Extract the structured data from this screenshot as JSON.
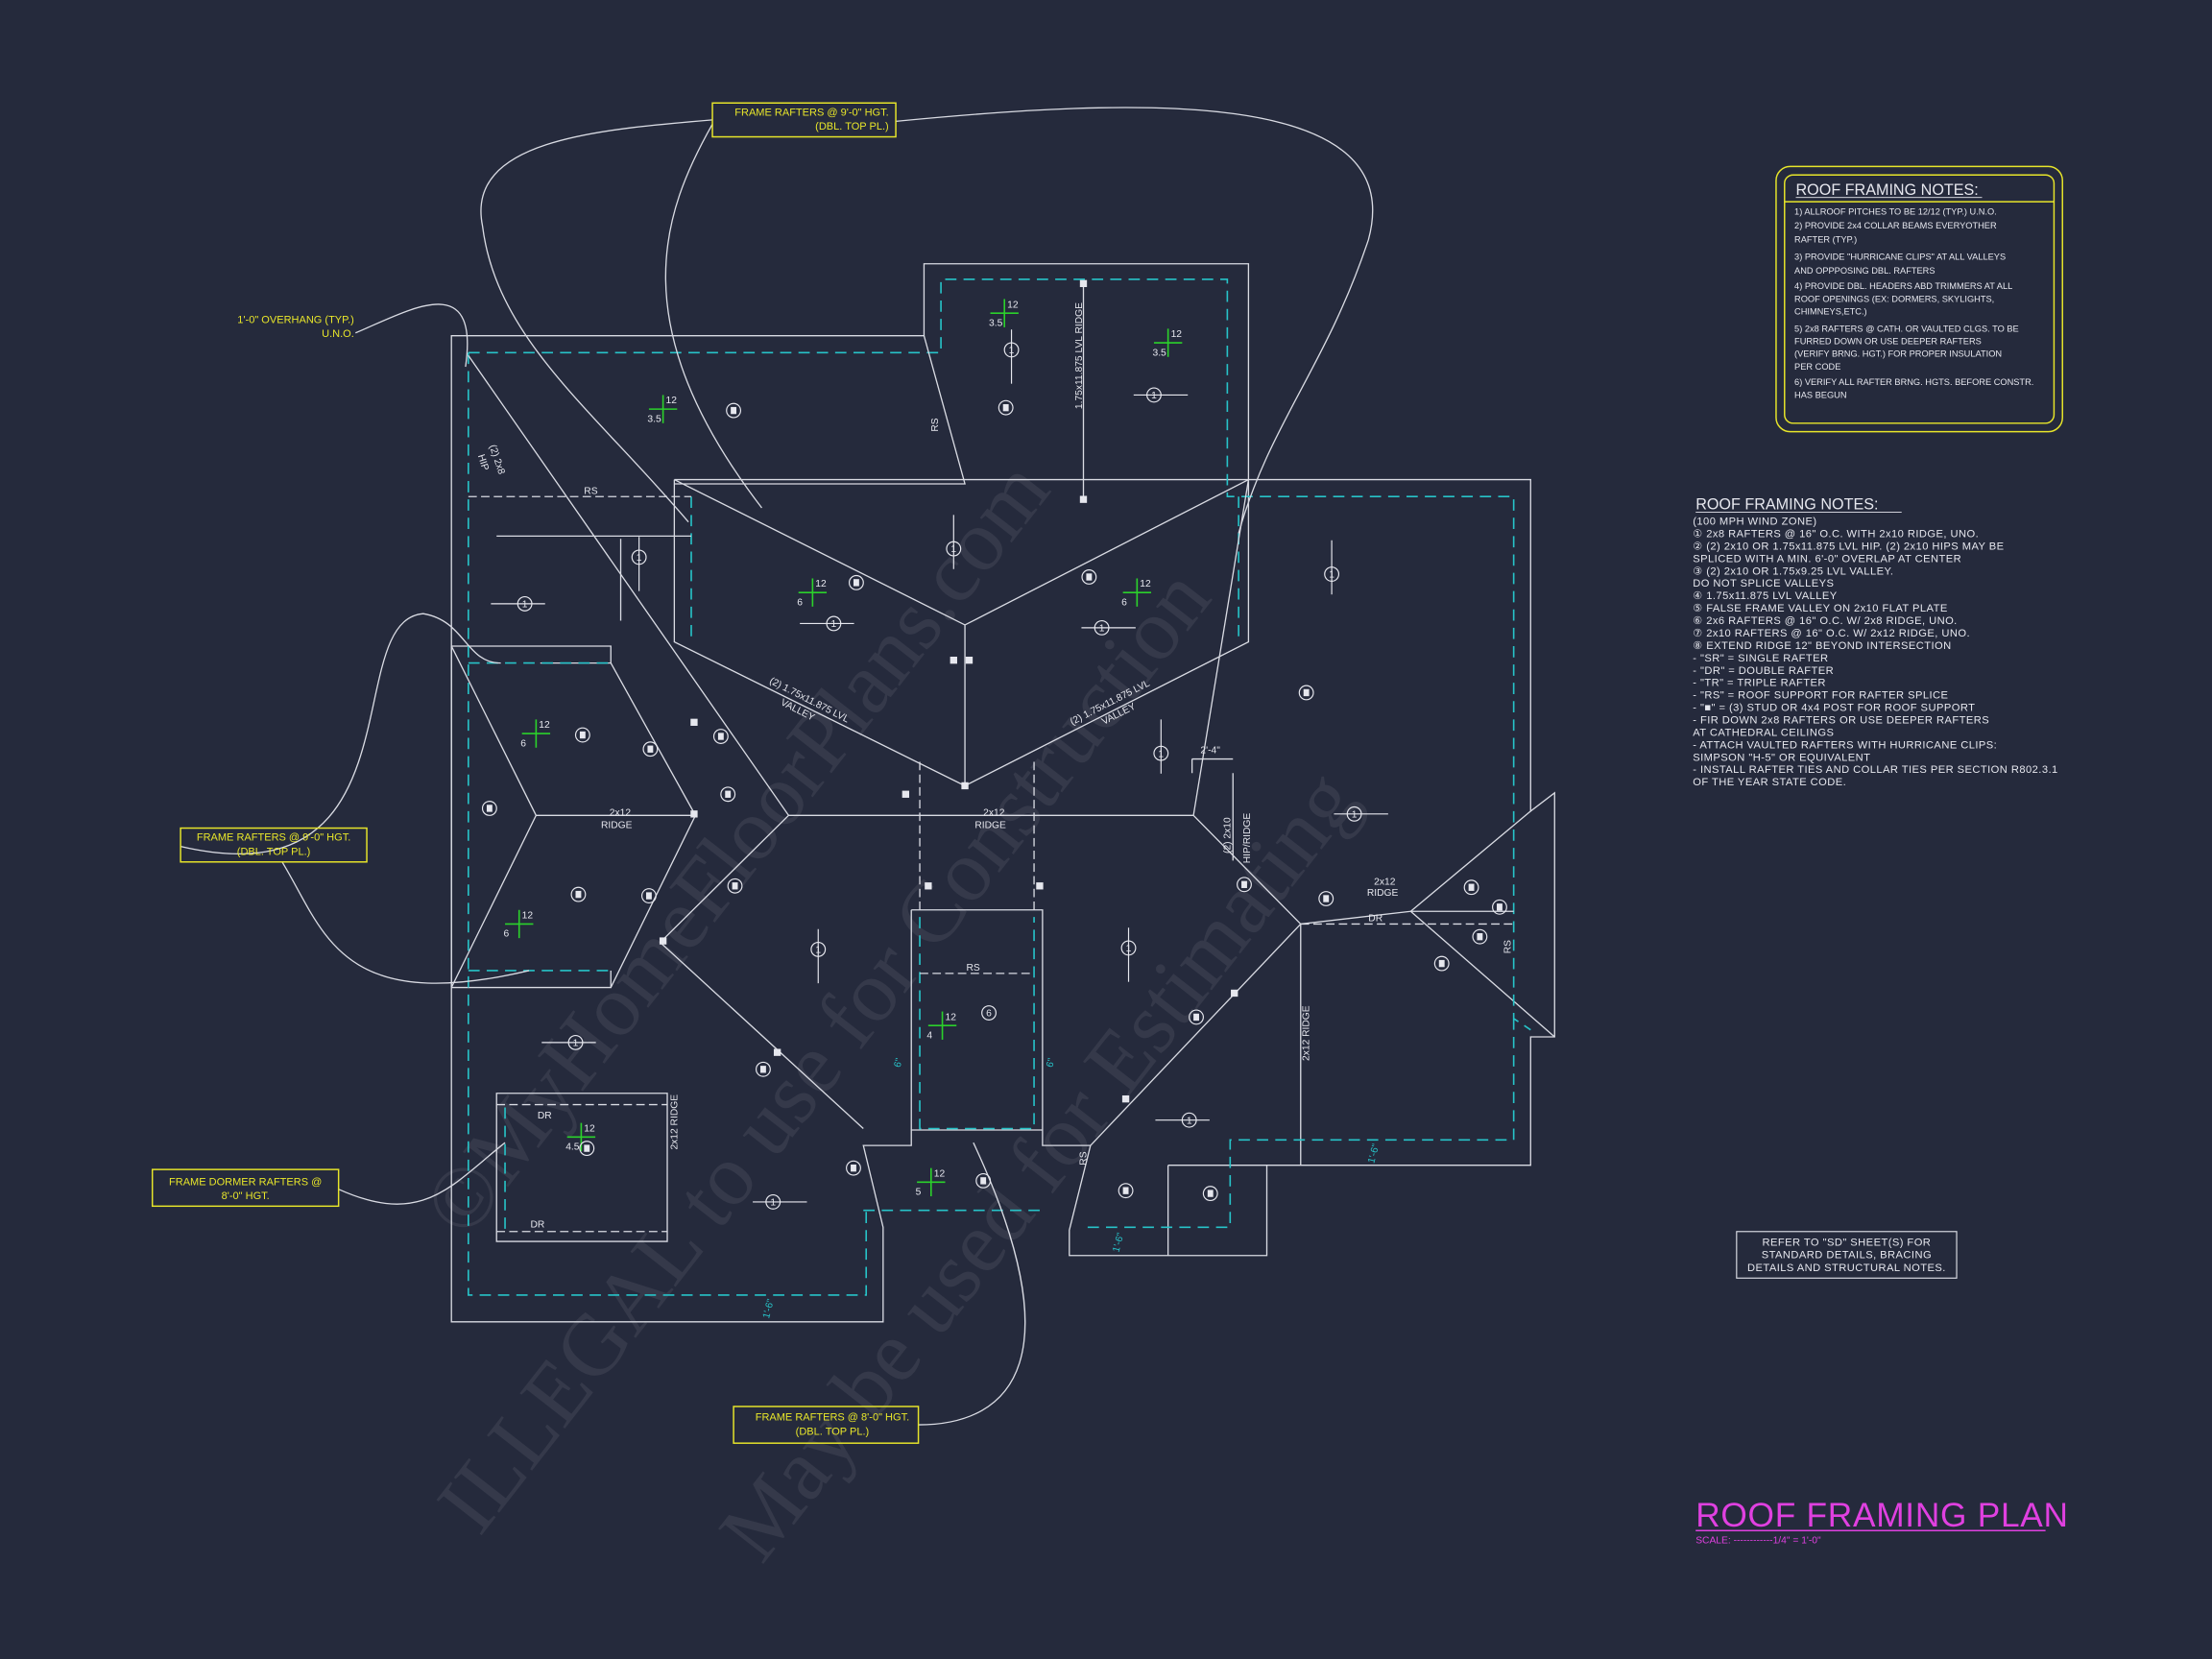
{
  "drawing": {
    "title": "ROOF FRAMING PLAN",
    "scale": "SCALE: ------------1/4\" = 1'-0\"",
    "colors": {
      "background": "#252a3c",
      "lines": "#d9dbe3",
      "overhang": "#27c3c8",
      "callouts": "#e8e62a",
      "title": "#e040e0",
      "pitch": "#2bd12b"
    }
  },
  "watermark": [
    "©MyHomeFloorPlans.com",
    "ILLEGAL to use for Construction",
    "May be used for Estimating"
  ],
  "callouts": {
    "top": [
      "FRAME RAFTERS @ 9'-0\" HGT.",
      "(DBL. TOP PL.)"
    ],
    "left": [
      "FRAME RAFTERS @ 9'-0\" HGT.",
      "(DBL. TOP PL.)"
    ],
    "dormer": [
      "FRAME DORMER RAFTERS @",
      "8'-0\" HGT."
    ],
    "bottom": [
      "FRAME RAFTERS @ 8'-0\" HGT.",
      "(DBL. TOP PL.)"
    ],
    "overhang": [
      "1'-0\" OVERHANG (TYP.)",
      "U.N.O."
    ]
  },
  "plan_labels": {
    "ridge_2x12": "2x12",
    "ridge": "RIDGE",
    "valley_left": [
      "(2) 1.75x11.875 LVL",
      "VALLEY"
    ],
    "valley_right": [
      "(2) 1.75x11.875 LVL",
      "VALLEY"
    ],
    "hip_ridge": [
      "(2) 2x10",
      "HIP/RIDGE"
    ],
    "dim_2_4": "2'-4\"",
    "lvl_ridge": "1.75x11.875 LVL RIDGE",
    "hip_2x8": [
      "(2) 2x8",
      "HIP"
    ],
    "rs": "RS",
    "dr": "DR",
    "ridge_vert": "2x12 RIDGE",
    "dim_1_6": "1'-6\"",
    "dim_6": "6\"",
    "rafter_tag": "1",
    "tag_6": "6"
  },
  "pitches": [
    {
      "rise": "3.5",
      "run": "12"
    },
    {
      "rise": "3.5",
      "run": "12"
    },
    {
      "rise": "3.5",
      "run": "12"
    },
    {
      "rise": "6",
      "run": "12"
    },
    {
      "rise": "6",
      "run": "12"
    },
    {
      "rise": "6",
      "run": "12"
    },
    {
      "rise": "6",
      "run": "12"
    },
    {
      "rise": "4",
      "run": "12"
    },
    {
      "rise": "4.5",
      "run": "12"
    },
    {
      "rise": "5",
      "run": "12"
    }
  ],
  "notes_box": {
    "title": "ROOF FRAMING NOTES:",
    "lines": [
      "1) ALLROOF PITCHES TO BE  12/12 (TYP.) U.N.O.",
      "2) PROVIDE 2x4 COLLAR BEAMS EVERYOTHER",
      "    RAFTER (TYP.)",
      "3) PROVIDE \"HURRICANE CLIPS\" AT ALL VALLEYS",
      "    AND OPPPOSING DBL. RAFTERS",
      "4) PROVIDE DBL. HEADERS ABD TRIMMERS AT ALL",
      "    ROOF OPENINGS (EX: DORMERS, SKYLIGHTS,",
      "    CHIMNEYS,ETC.)",
      "5) 2x8 RAFTERS @ CATH. OR VAULTED CLGS. TO BE",
      "    FURRED DOWN OR USE DEEPER RAFTERS",
      "    (VERIFY BRNG. HGT.) FOR PROPER INSULATION",
      "    PER CODE",
      "6) VERIFY ALL RAFTER BRNG. HGTS. BEFORE CONSTR.",
      "    HAS BEGUN"
    ]
  },
  "notes_list": {
    "title": "ROOF FRAMING NOTES:",
    "lines": [
      "  (100 MPH WIND ZONE)",
      "① 2x8 RAFTERS @ 16\" O.C. WITH 2x10 RIDGE, UNO.",
      "② (2) 2x10 OR 1.75x11.875 LVL HIP. (2) 2x10 HIPS MAY BE",
      "    SPLICED WITH A MIN. 6'-0\" OVERLAP AT CENTER",
      "③ (2) 2x10 OR 1.75x9.25 LVL VALLEY.",
      "    DO NOT SPLICE VALLEYS",
      "④ 1.75x11.875 LVL VALLEY",
      "⑤ FALSE FRAME VALLEY ON 2x10 FLAT PLATE",
      "⑥ 2x6 RAFTERS @ 16\" O.C. W/ 2x8 RIDGE, UNO.",
      "⑦ 2x10 RAFTERS @ 16\" O.C. W/ 2x12 RIDGE, UNO.",
      "⑧ EXTEND RIDGE 12\" BEYOND INTERSECTION",
      " -  \"SR\" = SINGLE RAFTER",
      " -  \"DR\" = DOUBLE RAFTER",
      " -  \"TR\" = TRIPLE RAFTER",
      " -  \"RS\" = ROOF SUPPORT FOR RAFTER SPLICE",
      " -  \"■\"  = (3) STUD OR 4x4 POST FOR ROOF SUPPORT",
      " -  FIR DOWN 2x8 RAFTERS OR USE DEEPER RAFTERS",
      "    AT CATHEDRAL CEILINGS",
      " -  ATTACH VAULTED RAFTERS WITH HURRICANE CLIPS:",
      "    SIMPSON \"H-5\" OR EQUIVALENT",
      " -  INSTALL RAFTER TIES AND COLLAR TIES PER SECTION R802.3.1",
      "    OF THE YEAR STATE CODE."
    ]
  },
  "refer_note": [
    "REFER TO \"SD\"  SHEET(S) FOR",
    "STANDARD DETAILS, BRACING",
    "DETAILS AND STRUCTURAL NOTES."
  ]
}
